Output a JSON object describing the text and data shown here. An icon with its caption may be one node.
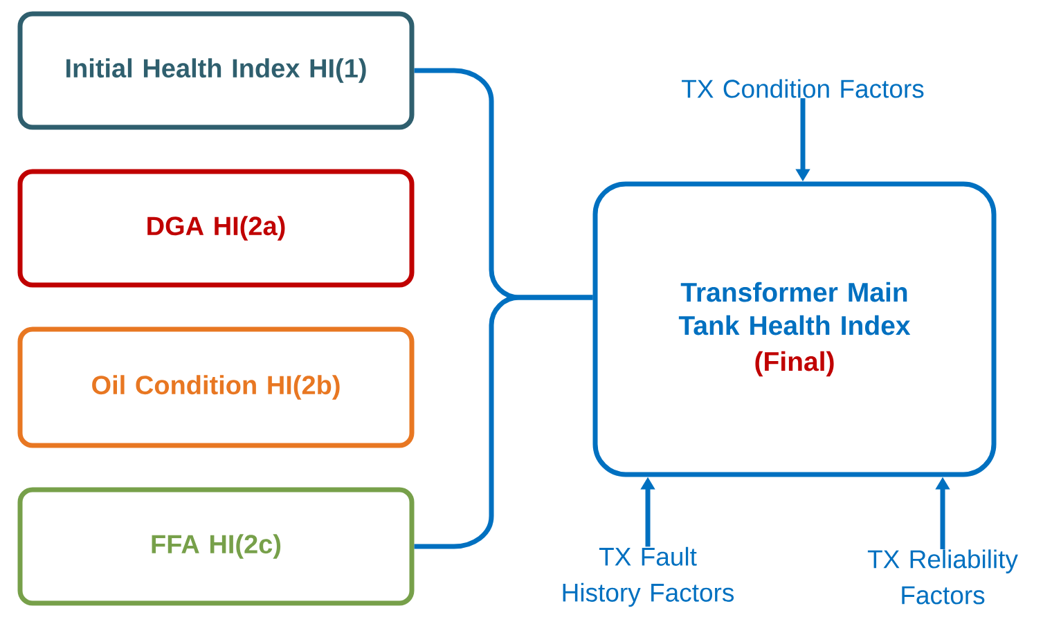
{
  "diagram": {
    "nodes": [
      {
        "text": [
          "Initial Health Index HI(1)"
        ]
      },
      {
        "text": [
          "DGA HI(2a)"
        ]
      },
      {
        "text": [
          "Oil Condition HI(2b)"
        ]
      },
      {
        "text": [
          "FFA HI(2c)"
        ]
      },
      {
        "text": [
          "Transformer Main Tank Health Index",
          "(Final)"
        ]
      },
      {
        "text": [
          "TX Condition Factors"
        ]
      },
      {
        "text": [
          "TX Fault History Factors"
        ]
      },
      {
        "text": [
          "TX Reliability Factors"
        ]
      }
    ],
    "edges": [
      {
        "from": 0,
        "to": 4,
        "arrow": "none"
      },
      {
        "from": 3,
        "to": 4,
        "arrow": "none"
      },
      {
        "from": 5,
        "to": 4,
        "arrow": "to"
      },
      {
        "from": 6,
        "to": 4,
        "arrow": "to"
      },
      {
        "from": 7,
        "to": 4,
        "arrow": "to"
      }
    ]
  }
}
